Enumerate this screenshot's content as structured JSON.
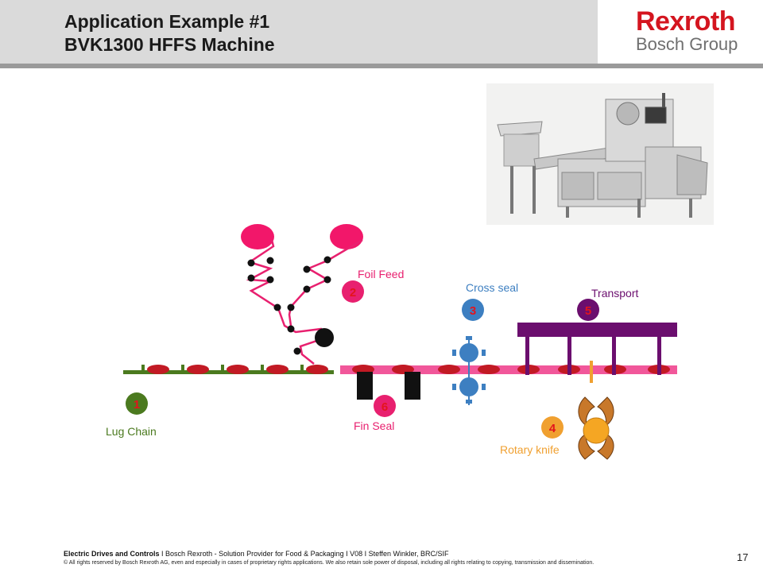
{
  "header": {
    "title_line1": "Application Example #1",
    "title_line2": "BVK1300 HFFS Machine"
  },
  "logo": {
    "line1": "Rexroth",
    "line2": "Bosch Group"
  },
  "stations": [
    {
      "number": "1",
      "label": "Lug Chain",
      "color": "#4b7a1f"
    },
    {
      "number": "2",
      "label": "Foil Feed",
      "color": "#e8206f"
    },
    {
      "number": "3",
      "label": "Cross seal",
      "color": "#3d7fc1"
    },
    {
      "number": "4",
      "label": "Rotary knife",
      "color": "#f0a030"
    },
    {
      "number": "5",
      "label": "Transport",
      "color": "#6b0e6e"
    },
    {
      "number": "6",
      "label": "Fin Seal",
      "color": "#e8206f"
    }
  ],
  "colors": {
    "number_text": "#e3141c",
    "header_bg": "#dadada"
  },
  "photo": {
    "icon": "packaging-machine-photo"
  },
  "footer": {
    "main_bold": "Electric Drives and Controls",
    "main_rest": "  I  Bosch Rexroth - Solution Provider for Food & Packaging  I  V08  I Steffen Winkler, BRC/SIF",
    "copyright": "© All rights reserved by Bosch Rexroth AG, even and especially in cases of proprietary rights applications.  We also retain sole power of disposal, including all rights relating to copying, transmission and dissemination.",
    "page_number": "17"
  }
}
